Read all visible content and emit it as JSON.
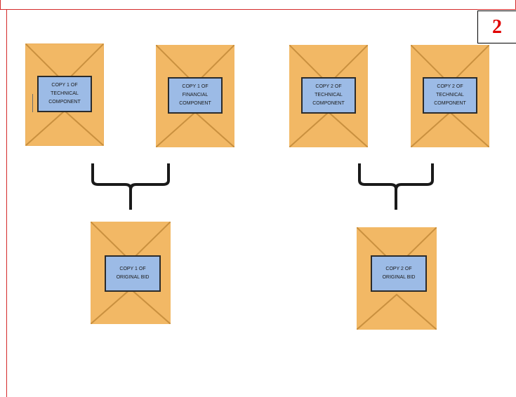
{
  "page_number": "2",
  "colors": {
    "frame": "#d42a2a",
    "page_number_text": "#e00000",
    "envelope_body": "#f2b865",
    "envelope_flap_lines": "#c9903f",
    "label_fill": "#9cbbe6",
    "label_border": "#2b2b2b",
    "bracket": "#1a1a1a"
  },
  "envelopes": {
    "tech_copy1": {
      "label": "COPY 1 OF TECHNICAL COMPONENT"
    },
    "fin_copy1": {
      "label": "COPY 1 OF FINANCIAL COMPONENT"
    },
    "tech_copy2": {
      "label": "COPY 2 OF TECHNICAL COMPONENT"
    },
    "tech_copy2b": {
      "label": "COPY 2 OF TECHNICAL COMPONENT"
    },
    "bid_copy1": {
      "label": "COPY 1 OF ORIGINAL BID"
    },
    "bid_copy2": {
      "label": "COPY 2 OF ORIGINAL BID"
    }
  },
  "icons": {
    "envelope": "envelope-icon",
    "bracket": "curly-brace-icon"
  }
}
